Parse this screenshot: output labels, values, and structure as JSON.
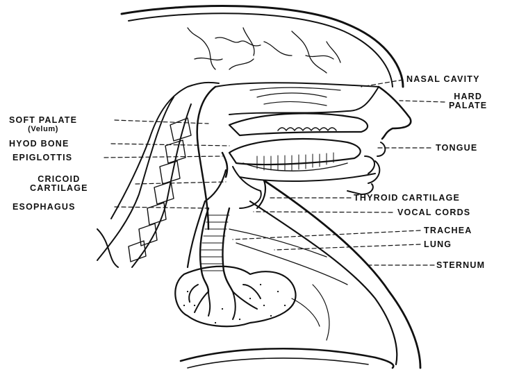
{
  "diagram": {
    "labels": {
      "nasal_cavity": "NASAL CAVITY",
      "hard_palate_line1": "HARD",
      "hard_palate_line2": "PALATE",
      "soft_palate_line1": "SOFT PALATE",
      "soft_palate_line2": "(Velum)",
      "hyoid_bone": "HYOD BONE",
      "epiglottis": "EPIGLOTTIS",
      "cricoid_line1": "CRICOID",
      "cricoid_line2": "CARTILAGE",
      "esophagus": "ESOPHAGUS",
      "tongue": "TONGUE",
      "thyroid_cartilage": "THYROID CARTILAGE",
      "vocal_cords": "VOCAL CORDS",
      "trachea": "TRACHEA",
      "lung": "LUNG",
      "sternum": "STERNUM"
    },
    "colors": {
      "ink": "#111111",
      "paper": "#ffffff"
    }
  }
}
